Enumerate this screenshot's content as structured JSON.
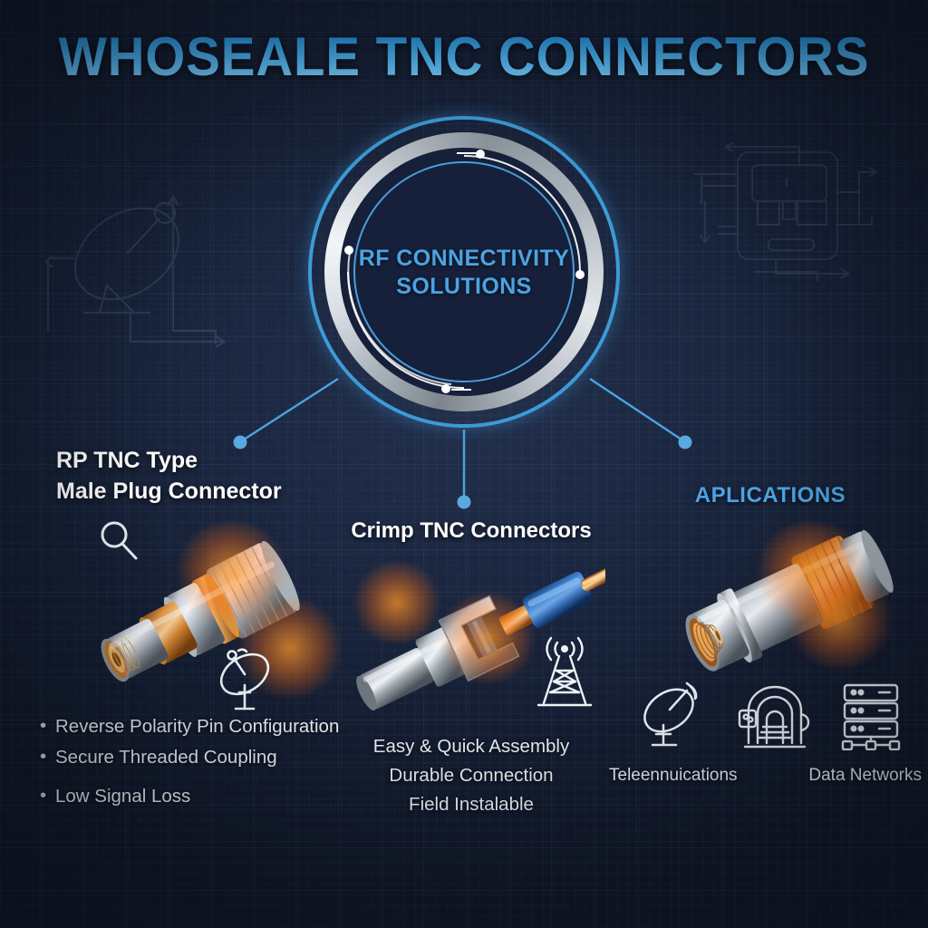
{
  "page": {
    "title": "WHOSEALE TNC CONNECTORS",
    "background_color": "#15203a",
    "accent_color": "#4ba3e3",
    "text_color": "#e9eef5"
  },
  "hub": {
    "line1": "RF CONNECTIVITY",
    "line2": "SOLUTIONS",
    "ring_color": "#3f9ad6",
    "metal_color": "#d8dee3"
  },
  "columns": {
    "left": {
      "heading_line1": "RP TNC Type",
      "heading_line2": "Male Plug Connector",
      "icons": [
        "magnifier-icon",
        "satellite-dish-icon"
      ],
      "features": [
        "Reverse Polarity Pin Configuration",
        "Secure Threaded Coupling",
        "Low Signal Loss"
      ]
    },
    "center": {
      "heading": "Crimp TNC Connectors",
      "icons": [
        "transmission-tower-icon"
      ],
      "features": [
        "Easy & Quick Assembly",
        "Durable Connection",
        "Field Instalable"
      ]
    },
    "right": {
      "heading": "APLICATIONS",
      "icons": [
        "satellite-dish-icon",
        "mri-scanner-icon",
        "server-rack-icon"
      ],
      "labels": [
        "Teleennuications",
        "Data Networks"
      ]
    }
  },
  "decor": {
    "background_art": [
      "satellite-dish-blueprint",
      "circuit-schematic-blueprint"
    ],
    "connector_line_color": "#4ba3e3"
  }
}
